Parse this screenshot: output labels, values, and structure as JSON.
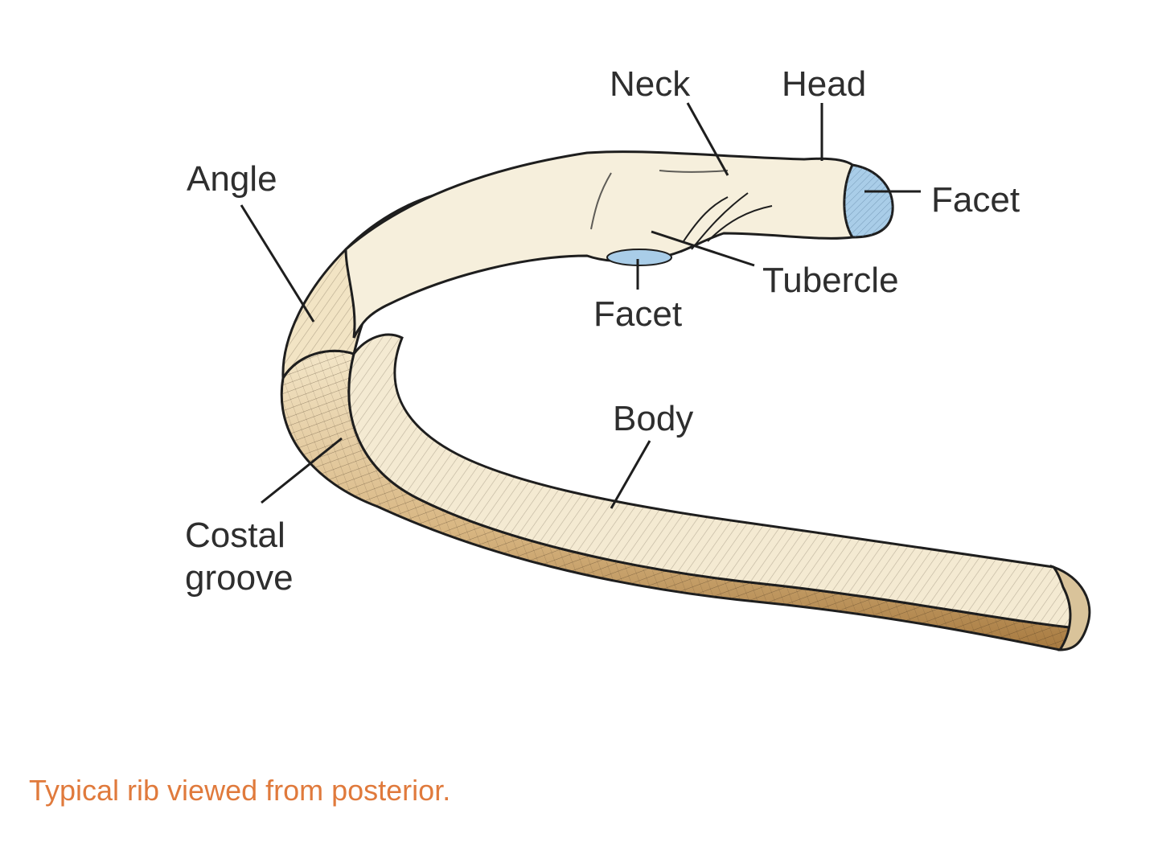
{
  "labels": {
    "neck": "Neck",
    "head": "Head",
    "facet_head": "Facet",
    "angle": "Angle",
    "tubercle": "Tubercle",
    "facet_tubercle": "Facet",
    "body": "Body",
    "costal_groove": "Costal\ngroove"
  },
  "caption": "Typical rib viewed from posterior.",
  "colors": {
    "caption": "#e07a3c",
    "bone": "#f6efdc",
    "bone_shadow": "#d9b98a",
    "groove": "#b58a52",
    "facet": "#a9cde8",
    "outline": "#1e1e1e",
    "label_text": "#2e2e2e"
  }
}
